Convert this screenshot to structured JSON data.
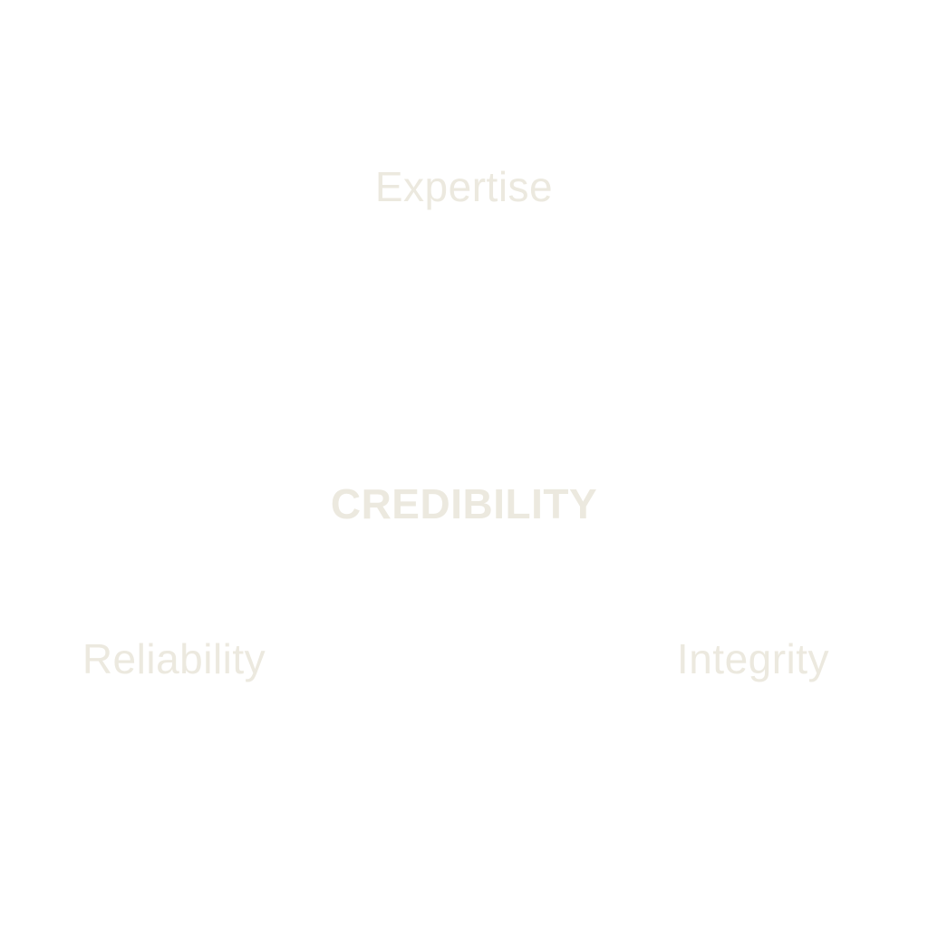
{
  "diagram": {
    "center_label": "CREDIBILITY",
    "nodes": {
      "top": "Expertise",
      "bottom_left": "Reliability",
      "bottom_right": "Integrity"
    }
  },
  "colors": {
    "background": "#ffffff",
    "text": "#ece9df"
  }
}
